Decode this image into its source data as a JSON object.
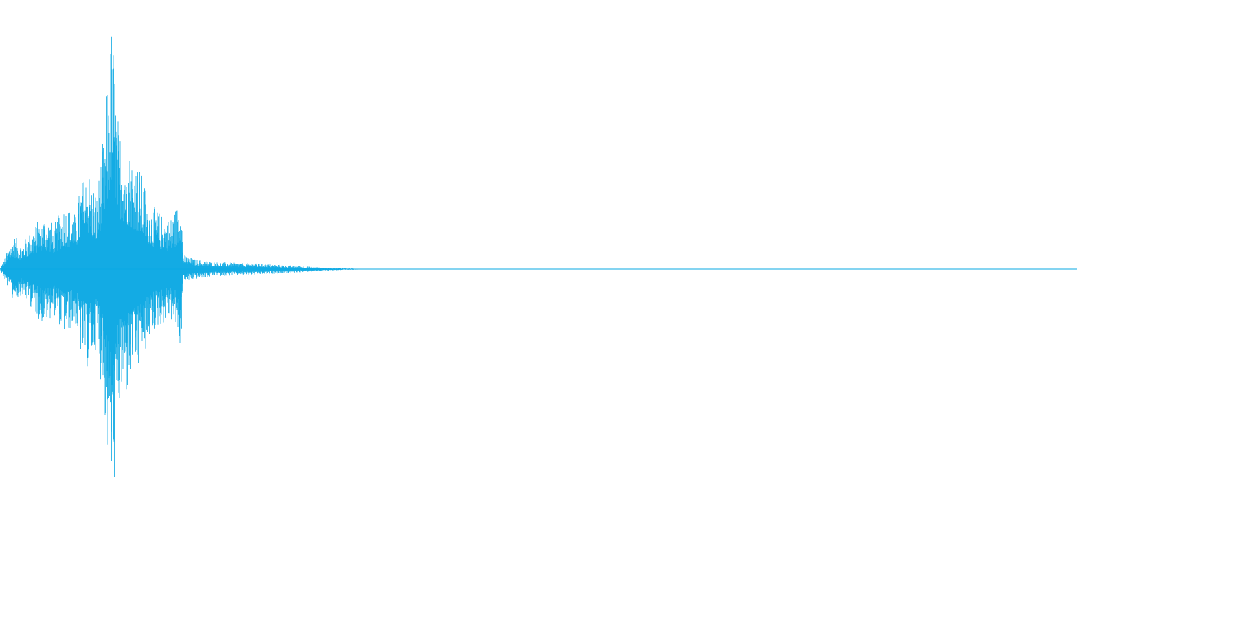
{
  "waveform": {
    "color": "#0aa8e3",
    "envelope": [
      [
        0.0,
        0.0
      ],
      [
        0.005,
        0.05
      ],
      [
        0.012,
        0.14
      ],
      [
        0.02,
        0.1
      ],
      [
        0.03,
        0.16
      ],
      [
        0.04,
        0.22
      ],
      [
        0.05,
        0.18
      ],
      [
        0.06,
        0.26
      ],
      [
        0.07,
        0.22
      ],
      [
        0.075,
        0.34
      ],
      [
        0.082,
        0.4
      ],
      [
        0.09,
        0.3
      ],
      [
        0.098,
        0.62
      ],
      [
        0.104,
        1.0
      ],
      [
        0.11,
        0.58
      ],
      [
        0.12,
        0.48
      ],
      [
        0.13,
        0.4
      ],
      [
        0.14,
        0.26
      ],
      [
        0.15,
        0.22
      ],
      [
        0.158,
        0.2
      ],
      [
        0.165,
        0.26
      ],
      [
        0.168,
        0.34
      ],
      [
        0.17,
        0.06
      ],
      [
        0.18,
        0.04
      ],
      [
        0.2,
        0.028
      ],
      [
        0.24,
        0.022
      ],
      [
        0.28,
        0.012
      ],
      [
        0.3,
        0.006
      ],
      [
        0.33,
        0.002
      ],
      [
        0.34,
        0.0
      ],
      [
        1.0,
        0.0
      ]
    ]
  }
}
